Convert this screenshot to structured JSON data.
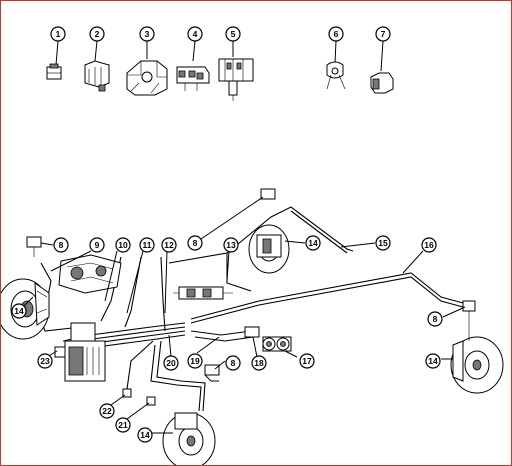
{
  "figure": {
    "callouts": {
      "c1": "1",
      "c2": "2",
      "c3": "3",
      "c4": "4",
      "c5": "5",
      "c6": "6",
      "c7": "7",
      "c8a": "8",
      "c8b": "8",
      "c8c": "8",
      "c8d": "8",
      "c9": "9",
      "c10": "10",
      "c11": "11",
      "c12": "12",
      "c13": "13",
      "c14a": "14",
      "c14b": "14",
      "c14c": "14",
      "c14d": "14",
      "c15": "15",
      "c16": "16",
      "c17": "17",
      "c18": "18",
      "c19": "19",
      "c20": "20",
      "c21": "21",
      "c22": "22",
      "c23": "23"
    },
    "colors": {
      "border": "#c0392b",
      "ink": "#000000",
      "fill": "#ffffff",
      "shade": "#777777"
    },
    "icons": [
      "clip",
      "bracket",
      "retainer",
      "junction-block",
      "hose-fitting",
      "clamp",
      "nut",
      "brake-rotor",
      "brake-caliper",
      "proportioning-valve",
      "abs-hydraulic-unit"
    ]
  }
}
